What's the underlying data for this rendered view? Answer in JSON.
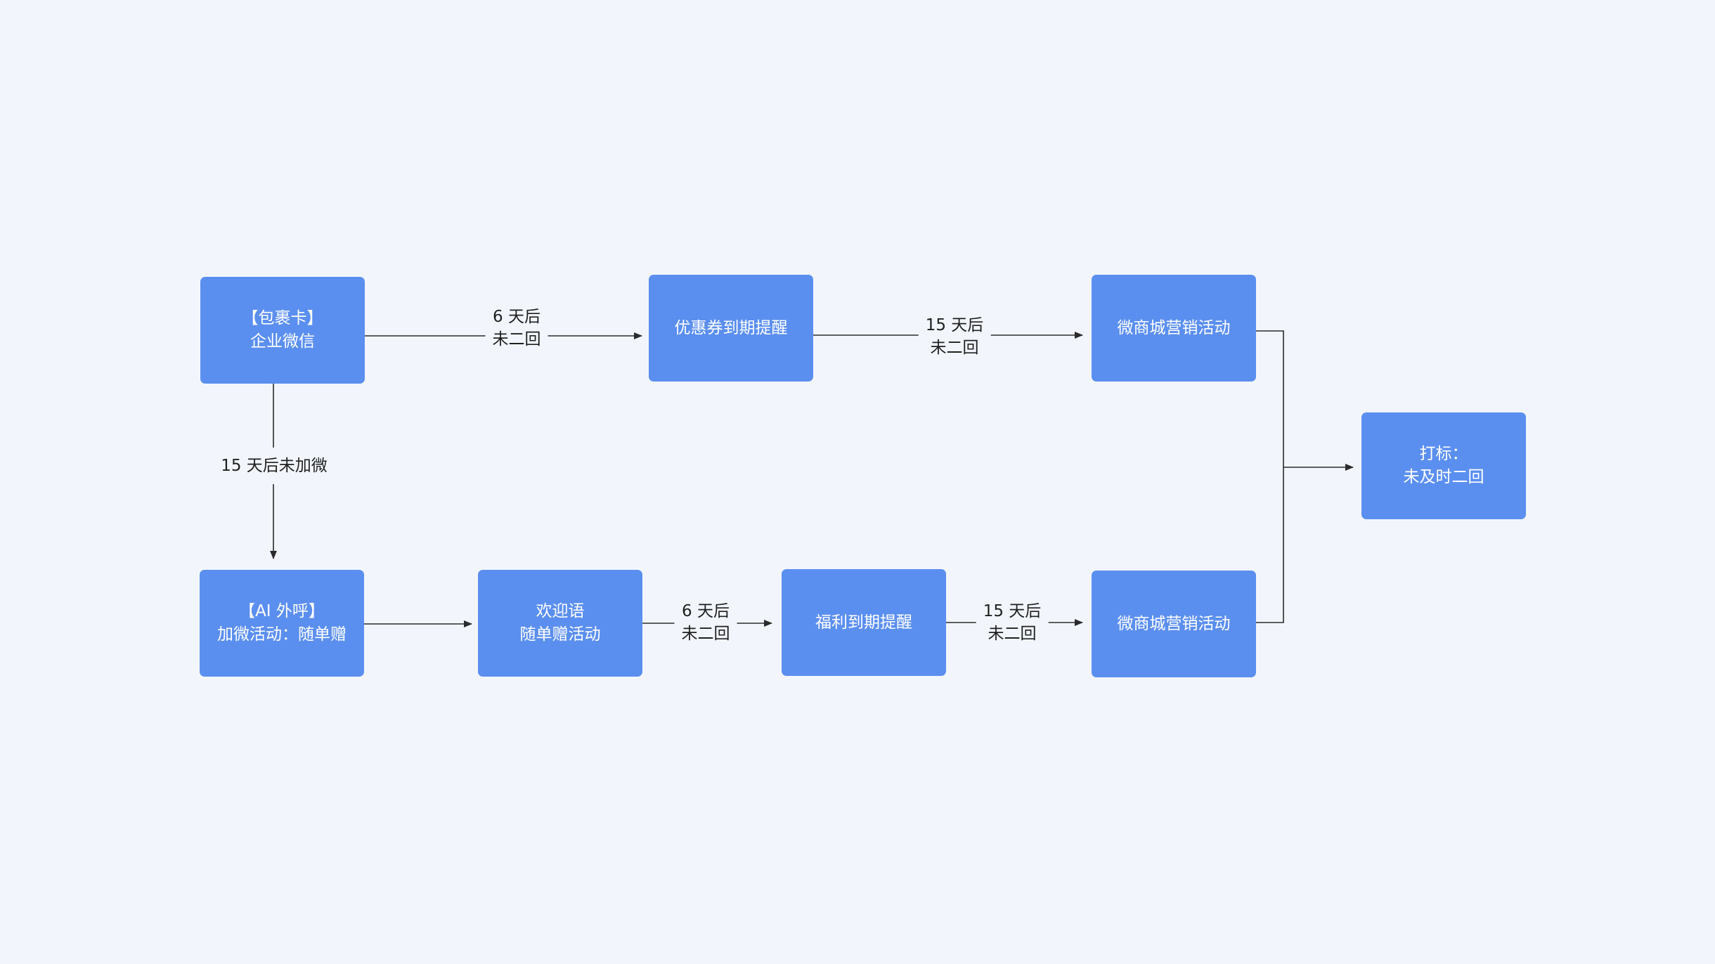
{
  "nodes": {
    "package_card": {
      "line1": "【包裹卡】",
      "line2": "企业微信"
    },
    "coupon_reminder": {
      "line1": "优惠券到期提醒"
    },
    "mall_top": {
      "line1": "微商城营销活动"
    },
    "ai_call": {
      "line1": "【AI 外呼】",
      "line2": "加微活动：随单赠"
    },
    "welcome": {
      "line1": "欢迎语",
      "line2": "随单赠活动"
    },
    "benefit_reminder": {
      "line1": "福利到期提醒"
    },
    "mall_bottom": {
      "line1": "微商城营销活动"
    },
    "tag": {
      "line1": "打标：",
      "line2": "未及时二回"
    }
  },
  "edges": {
    "top_1": {
      "line1": "6 天后",
      "line2": "未二回"
    },
    "top_2": {
      "line1": "15 天后",
      "line2": "未二回"
    },
    "vertical": {
      "line1": "15 天后未加微"
    },
    "bottom_2": {
      "line1": "6 天后",
      "line2": "未二回"
    },
    "bottom_3": {
      "line1": "15 天后",
      "line2": "未二回"
    }
  },
  "colors": {
    "background": "#f2f6fc",
    "node_fill": "#5b8fef",
    "node_text": "#ffffff",
    "line": "#2b2b2b"
  }
}
